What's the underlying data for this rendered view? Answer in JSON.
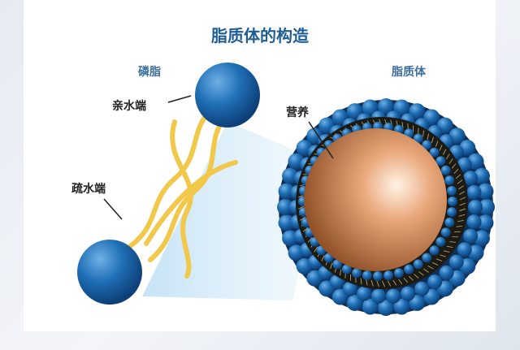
{
  "title": "脂质体的构造",
  "labels": {
    "phospholipid": "磷脂",
    "hydrophilic_end": "亲水端",
    "hydrophobic_end": "疏水端",
    "liposome": "脂质体",
    "nutrient": "营养"
  }
}
